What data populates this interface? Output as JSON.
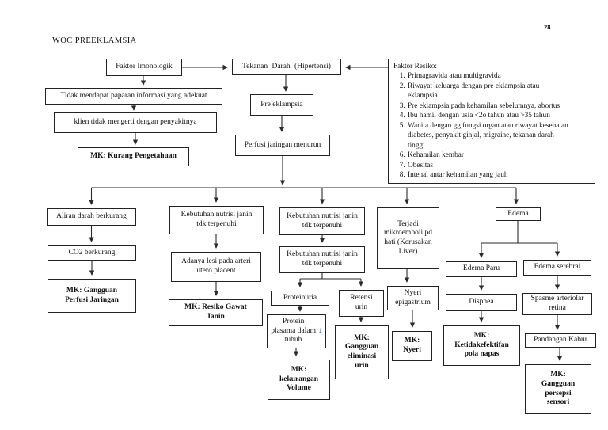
{
  "page": {
    "title": "WOC PREEKLAMSIA",
    "page_number": "28"
  },
  "colors": {
    "background": "#ffffff",
    "box_border": "#222222",
    "line_color": "#2a2a2a",
    "arrow_blue": "#2356c9"
  },
  "icons": {
    "blue_down_arrow": "↓"
  },
  "nodes": {
    "faktor_imonologik": "Faktor Imonologik",
    "tekanan_darah": "Tekanan Darah (Hipertensi)",
    "pre_eklampsia": "Pre eklampsia",
    "perfusi_jaringan": "Perfusi jaringan menurun",
    "tidak_mendapat": "Tidak mendapat paparan informasi yang adekuat",
    "klien_tidak": "klien tidak mengerti dengan penyakitnya",
    "mk_kurang_pengetahuan": "MK: Kurang Pengetahuan",
    "aliran_darah": "Aliran darah berkurang",
    "co2_berkurang": "CO2 berkurang",
    "mk_gangguan_perfusi": "MK: Gangguan\nPerfusi Jaringan",
    "kebutuhan_nutrisi_1": "Kebutuhan nutrisi janin\ntdk terpenuhi",
    "adanya_lesi": "Adanya lesi pada arteri\nutero placent",
    "mk_resiko_gawat": "MK: Resiko Gawat\nJanin",
    "kebutuhan_nutrisi_2": "Kebutuhan nutrisi janin\ntdk terpenuhi",
    "kebutuhan_nutrisi_3": "Kebutuhan nutrisi janin\ntdk terpenuhi",
    "proteinuria": "Proteinuria",
    "retensi_urin": "Retensi\nurin",
    "protein_plasma": "Protein\nplasama dalam\ntubuh",
    "mk_kekurangan_volume": "MK:\nkekurangan\nVolume",
    "mk_gangguan_eliminasi": "MK:\nGangguan\neliminasi\nurin",
    "terjadi_mikroemboli": "Terjadi\nmikroemboli pd\nhati (Kerusakan\nLiver)",
    "nyeri_epigastrium": "Nyeri\nepigastrium",
    "mk_nyeri": "MK:\nNyeri",
    "edema": "Edema",
    "edema_paru": "Edema Paru",
    "dispnea": "Dispnea",
    "mk_ketidakefektifan": "MK:\nKetidakefektifan\npola napas",
    "edema_serebral": "Edema serebral",
    "spasme_arteriolar": "Spasme arteriolar\nretina",
    "pandangan_kabur": "Pandangan Kabur",
    "mk_gangguan_persepsi": "MK:\nGangguan\npersepsi\nsensori"
  },
  "risk": {
    "title": "Faktor Resiko:",
    "items": [
      "Primagravida atau multigravida",
      "Riwayat keluarga dengan pre eklampsia atau\neklampsia",
      "Pre eklampsia pada kehamilan sebelumnya, abortus",
      "Ibu hamil dengan usia <2o tahun atau >35 tahun",
      "Wanita dengan gg fungsi organ atau riwayat kesehatan\ndiabetes, penyakit ginjal, migraine, tekanan darah\ntinggi",
      "Kehamilan kembar",
      "Obesitas",
      "Intenal antar kehamilan yang jauh"
    ]
  }
}
